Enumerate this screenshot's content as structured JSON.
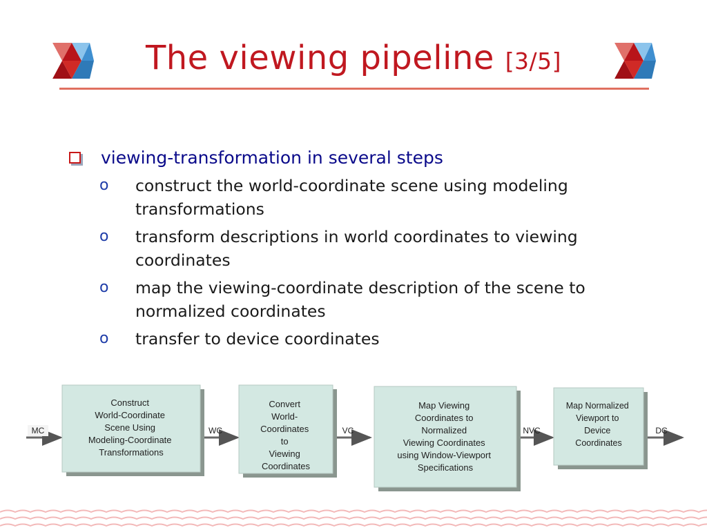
{
  "slide": {
    "title": "The viewing pipeline",
    "page_indicator": "[3/5]"
  },
  "content": {
    "heading": "viewing-transformation in several steps",
    "steps": [
      "construct the world-coordinate scene using modeling transformations",
      "transform descriptions in world coordinates to viewing coordinates",
      "map the viewing-coordinate description of the scene to normalized coordinates",
      "transfer to device coordinates"
    ]
  },
  "diagram": {
    "stages": [
      {
        "lines": [
          "Construct",
          "World-Coordinate",
          "Scene Using",
          "Modeling-Coordinate",
          "Transformations"
        ]
      },
      {
        "lines": [
          "Convert",
          "World-",
          "Coordinates",
          "to",
          "Viewing",
          "Coordinates"
        ]
      },
      {
        "lines": [
          "Map Viewing",
          "Coordinates to",
          "Normalized",
          "Viewing Coordinates",
          "using Window-Viewport",
          "Specifications"
        ]
      },
      {
        "lines": [
          "Map Normalized",
          "Viewport to",
          "Device",
          "Coordinates"
        ]
      }
    ],
    "arrow_labels": [
      "MC",
      "WC",
      "VC",
      "NVC",
      "DC"
    ],
    "box_fill": "#d3e8e2",
    "box_shadow": "#8a968f"
  },
  "theme": {
    "title_color": "#c01820",
    "heading_color": "#0a0a8a",
    "bullet_marker_color": "#c81818",
    "sub_marker_color": "#1e3ca8",
    "rule_color": "#e07060",
    "logo_red": "#c8201e",
    "logo_blue": "#3f8fd0",
    "wave_color": "#f3b9b9"
  }
}
